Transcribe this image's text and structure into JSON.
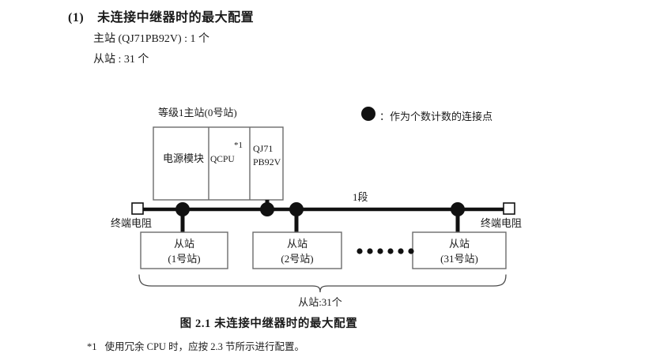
{
  "section": {
    "number": "(1)",
    "title": "未连接中继器时的最大配置",
    "specs": [
      "主站 (QJ71PB92V) : 1 个",
      "从站 : 31 个"
    ]
  },
  "legend": {
    "marker": "filled-circle",
    "text": "：作为个数计数的连接点"
  },
  "diagram": {
    "rack_title": "等级1主站(0号站)",
    "modules": [
      {
        "name": "电源模块"
      },
      {
        "name": "QCPU",
        "footnote_mark": "*1"
      },
      {
        "name_line1": "QJ71",
        "name_line2": "PB92V"
      }
    ],
    "segment_label": "1段",
    "terminator_left": "终端电阻",
    "terminator_right": "终端电阻",
    "slaves": [
      {
        "title": "从站",
        "station": "(1号站)"
      },
      {
        "title": "从站",
        "station": "(2号站)"
      },
      {
        "title": "从站",
        "station": "(31号站)"
      }
    ],
    "ellipsis_dots": 6,
    "brace_label": "从站:31个"
  },
  "figure": {
    "caption": "图 2.1  未连接中继器时的最大配置"
  },
  "footnote": {
    "mark": "*1",
    "text": "使用冗余 CPU 时，应按 2.3 节所示进行配置。"
  },
  "colors": {
    "ink": "#1a1a1a",
    "line": "#000000",
    "box_border": "#6b6b6b",
    "background": "#ffffff"
  }
}
